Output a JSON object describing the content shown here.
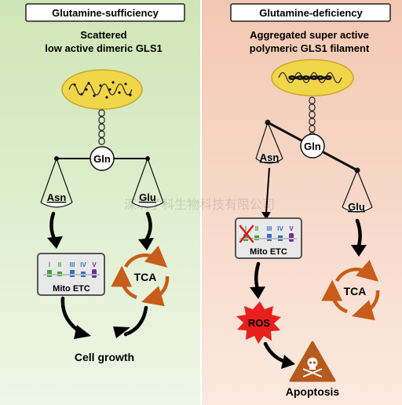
{
  "left_panel": {
    "header": "Glutamine-sufficiency",
    "subtitle_line1": "Scattered",
    "subtitle_line2": "low active dimeric GLS1",
    "pivot_label": "Gln",
    "left_pan_label": "Asn",
    "right_pan_label": "Glu",
    "etc_label": "Mito ETC",
    "tca_label": "TCA",
    "outcome_label": "Cell growth",
    "bg_color": "#dbeec9"
  },
  "right_panel": {
    "header": "Glutamine-deficiency",
    "subtitle_line1": "Aggregated super active",
    "subtitle_line2": "polymeric GLS1 filament",
    "pivot_label": "Gln",
    "left_pan_label": "Asn",
    "right_pan_label": "Glu",
    "etc_label": "Mito ETC",
    "tca_label": "TCA",
    "ros_label": "ROS",
    "outcome_label": "Apoptosis",
    "bg_color": "#f6d7c6"
  },
  "etc_complexes": [
    "I",
    "II",
    "III",
    "IV",
    "V"
  ],
  "watermark": "深圳子科生物科技有限公司",
  "colors": {
    "mito_fill": "#f2d64a",
    "tca_arrow": "#c85c1a",
    "ros_burst": "#e8201d",
    "hazard_triangle": "#b75a1d",
    "etc_box_fill": "#e9e9e9"
  }
}
